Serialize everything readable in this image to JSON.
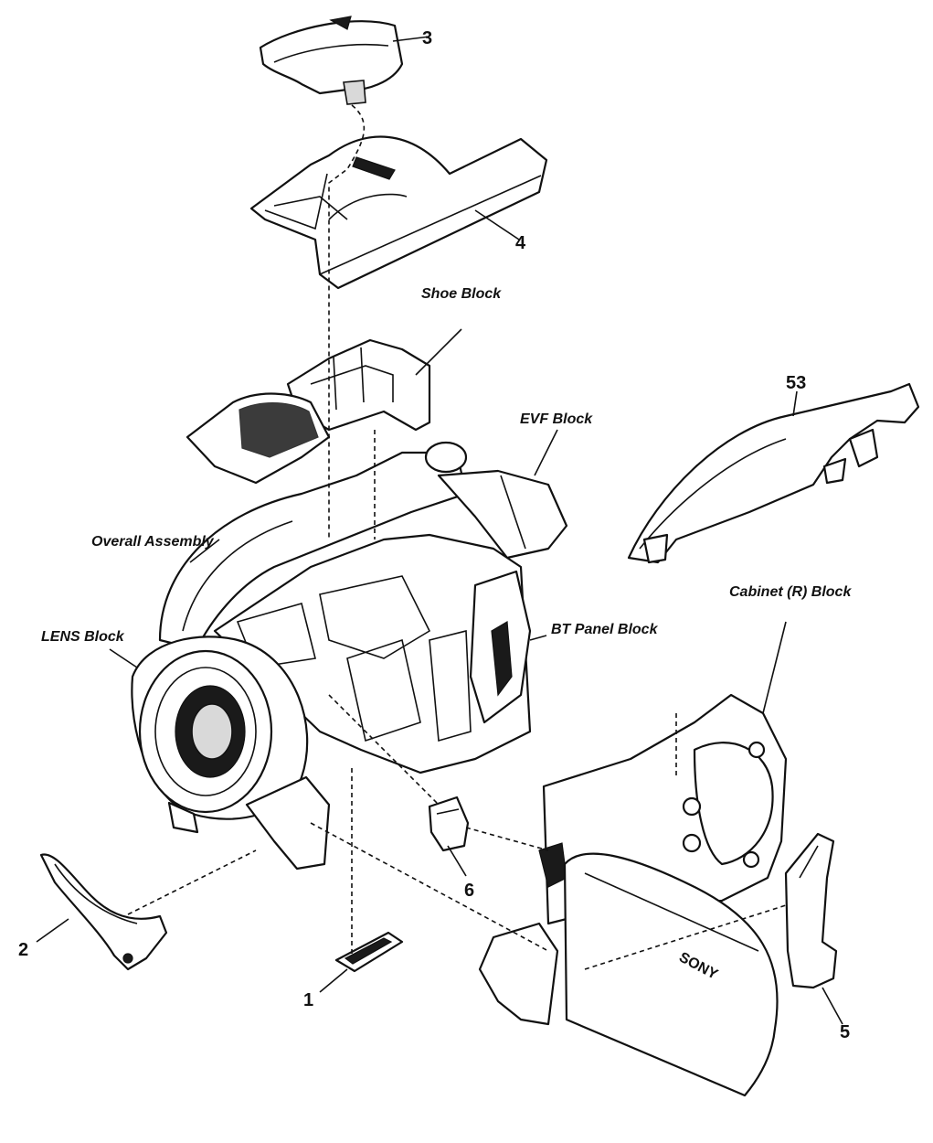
{
  "labels": {
    "part_3": "3",
    "part_4": "4",
    "shoe_block": "Shoe Block",
    "evf_block": "EVF Block",
    "part_53": "53",
    "overall_assembly": "Overall Assembly",
    "lens_block": "LENS Block",
    "bt_panel_block": "BT Panel Block",
    "cabinet_r_block": "Cabinet (R) Block",
    "part_6": "6",
    "part_2": "2",
    "part_1": "1",
    "part_5": "5"
  },
  "logo_text": "SONY"
}
